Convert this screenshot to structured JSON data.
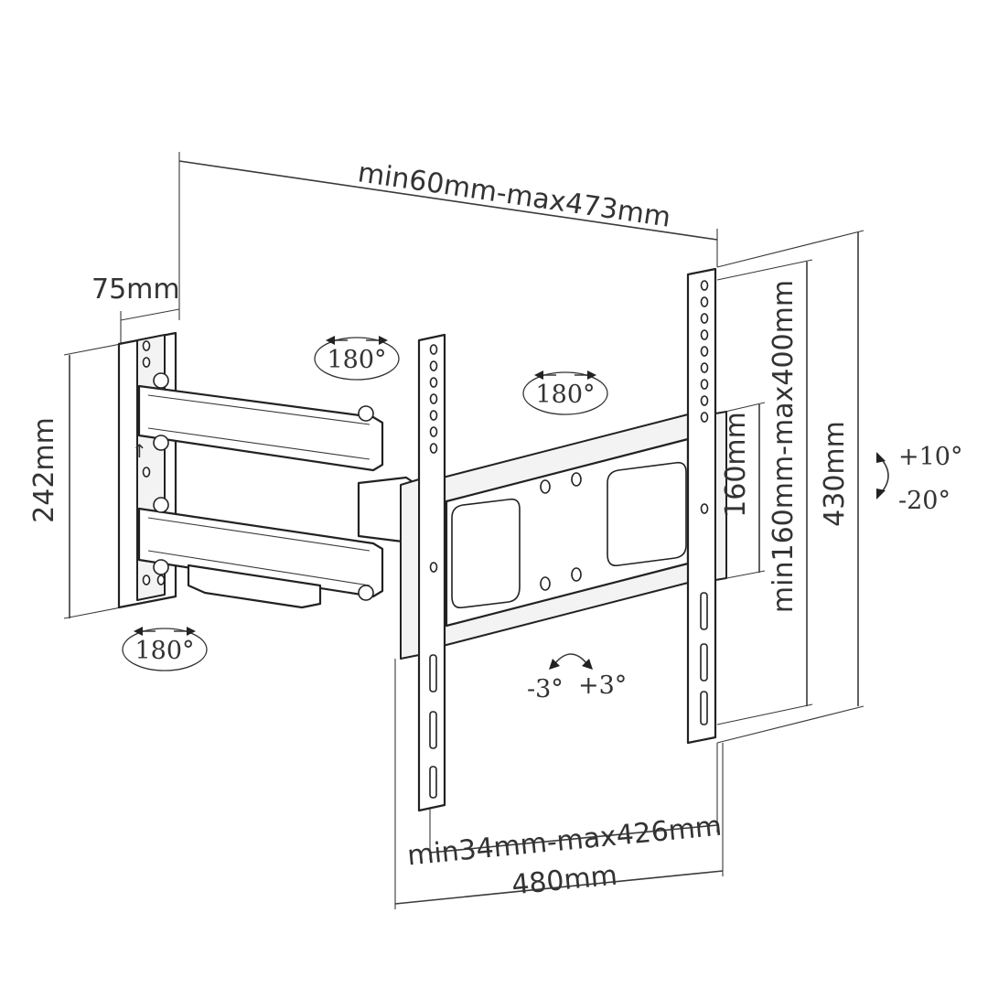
{
  "dimensions": {
    "wall_plate_width": "75mm",
    "wall_plate_height": "242mm",
    "extension": "min60mm-max473mm",
    "vesa_vertical_range": "min160mm-max400mm",
    "vesa_center": "160mm",
    "bracket_height": "430mm",
    "vesa_horizontal_range": "min34mm-max426mm",
    "bracket_width": "480mm"
  },
  "rotation": {
    "wall_swivel": "180°",
    "arm_swivel": "180°",
    "tv_swivel": "180°",
    "tilt_up": "+10°",
    "tilt_down": "-20°",
    "level_minus": "-3°",
    "level_plus": "+3°"
  },
  "colors": {
    "line": "#3a3a3a",
    "part_fill": "#ffffff",
    "part_shade": "#f3f3f3"
  }
}
